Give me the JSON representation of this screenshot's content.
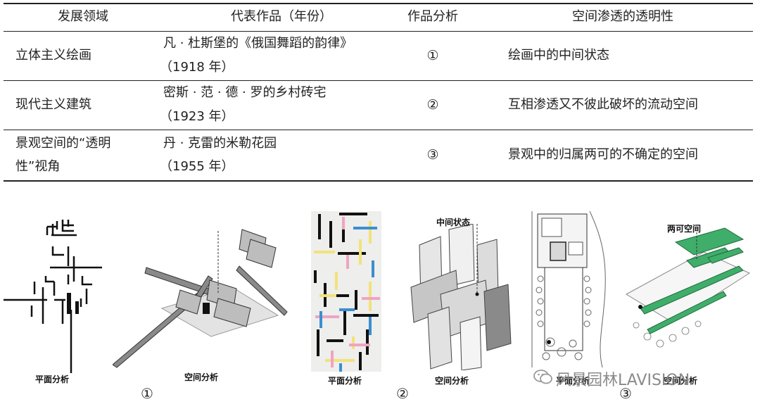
{
  "table": {
    "headers": [
      "发展领域",
      "代表作品（年份）",
      "作品分析",
      "空间渗透的透明性"
    ],
    "rows": [
      {
        "field": "立体主义绘画",
        "work": "凡 · 杜斯堡的《俄国舞蹈的韵律》",
        "year": "（1918 年）",
        "analysis": "①",
        "transparency": "绘画中的中间状态"
      },
      {
        "field": "现代主义建筑",
        "work": "密斯 · 范 · 德 · 罗的乡村砖宅",
        "year": "（1923 年）",
        "analysis": "②",
        "transparency": "互相渗透又不彼此破坏的流动空间"
      },
      {
        "field_line1": "景观空间的“透明",
        "field_line2": "性”视角",
        "work": "丹 · 克雷的米勒花园",
        "year": "（1955 年）",
        "analysis": "③",
        "transparency": "景观中的归属两可的不确定的空间"
      }
    ]
  },
  "figures": {
    "captions": {
      "plan1": "平面分析",
      "space1": "空间分析",
      "plan2": "平面分析",
      "space2": "空间分析",
      "plan3": "平面分析",
      "space3": "空间分析"
    },
    "numbers": [
      "①",
      "②",
      "③"
    ],
    "callouts": {
      "middle_state": "中间状态",
      "ambiguous_space": "两可空间"
    },
    "painting_colors": {
      "black": "#111111",
      "yellow": "#f2e27a",
      "pink": "#f0a3c4",
      "blue": "#3a8fd1"
    },
    "garden_accent": "#3fae6a"
  },
  "watermark": {
    "text": "风景园林LAVISION",
    "icon": "wechat-icon"
  }
}
